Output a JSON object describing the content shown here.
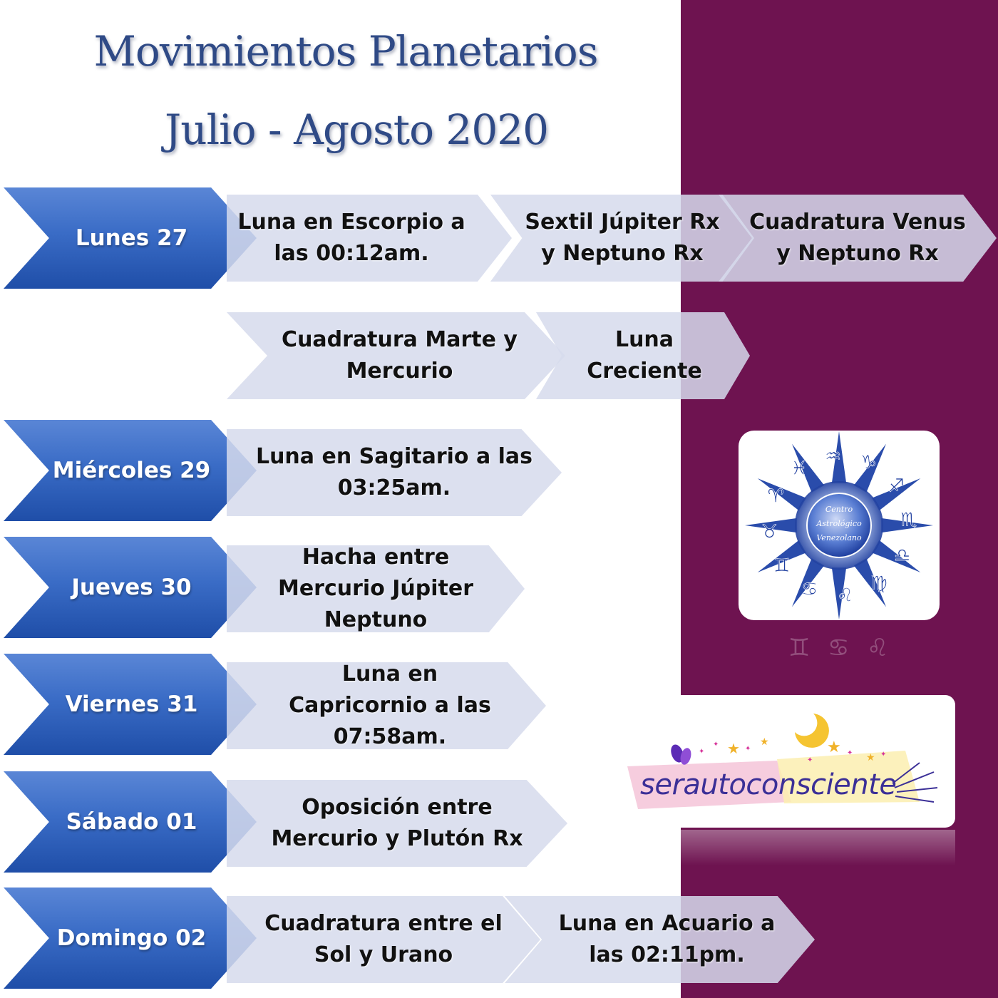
{
  "title": {
    "line1": "Movimientos Planetarios",
    "line2": "Julio - Agosto 2020"
  },
  "rows": [
    {
      "day": "Lunes 27",
      "events": [
        "Luna en Escorpio a las 00:12am.",
        "Sextil Júpiter Rx y Neptuno Rx",
        "Cuadratura Venus y Neptuno Rx"
      ]
    },
    {
      "day": "",
      "events": [
        "Cuadratura Marte y Mercurio",
        "Luna Creciente"
      ]
    },
    {
      "day": "Miércoles 29",
      "events": [
        "Luna en Sagitario a las 03:25am."
      ]
    },
    {
      "day": "Jueves 30",
      "events": [
        "Hacha entre Mercurio Júpiter Neptuno"
      ]
    },
    {
      "day": "Viernes 31",
      "events": [
        "Luna en Capricornio a las 07:58am."
      ]
    },
    {
      "day": "Sábado 01",
      "events": [
        "Oposición entre Mercurio y Plutón Rx"
      ]
    },
    {
      "day": "Domingo 02",
      "events": [
        "Cuadratura entre el Sol y Urano",
        "Luna en Acuario a las 02:11pm."
      ]
    }
  ],
  "logo": {
    "center_text": [
      "Centro",
      "Astrológico",
      "Venezolano"
    ],
    "zodiac_glyphs": [
      "♑",
      "♐",
      "♏",
      "♎",
      "♍",
      "♌",
      "♋",
      "♊",
      "♉",
      "♈",
      "♓",
      "♒"
    ]
  },
  "brand": {
    "name": "serautoconsciente"
  },
  "colors": {
    "purple_panel": "#6e1350",
    "title": "#2f4a86",
    "day_blue": "#3a6cc6",
    "event_lavender": "#d6daec",
    "brand_text": "#3b2f97",
    "logo_blue": "#1f3f9f"
  }
}
